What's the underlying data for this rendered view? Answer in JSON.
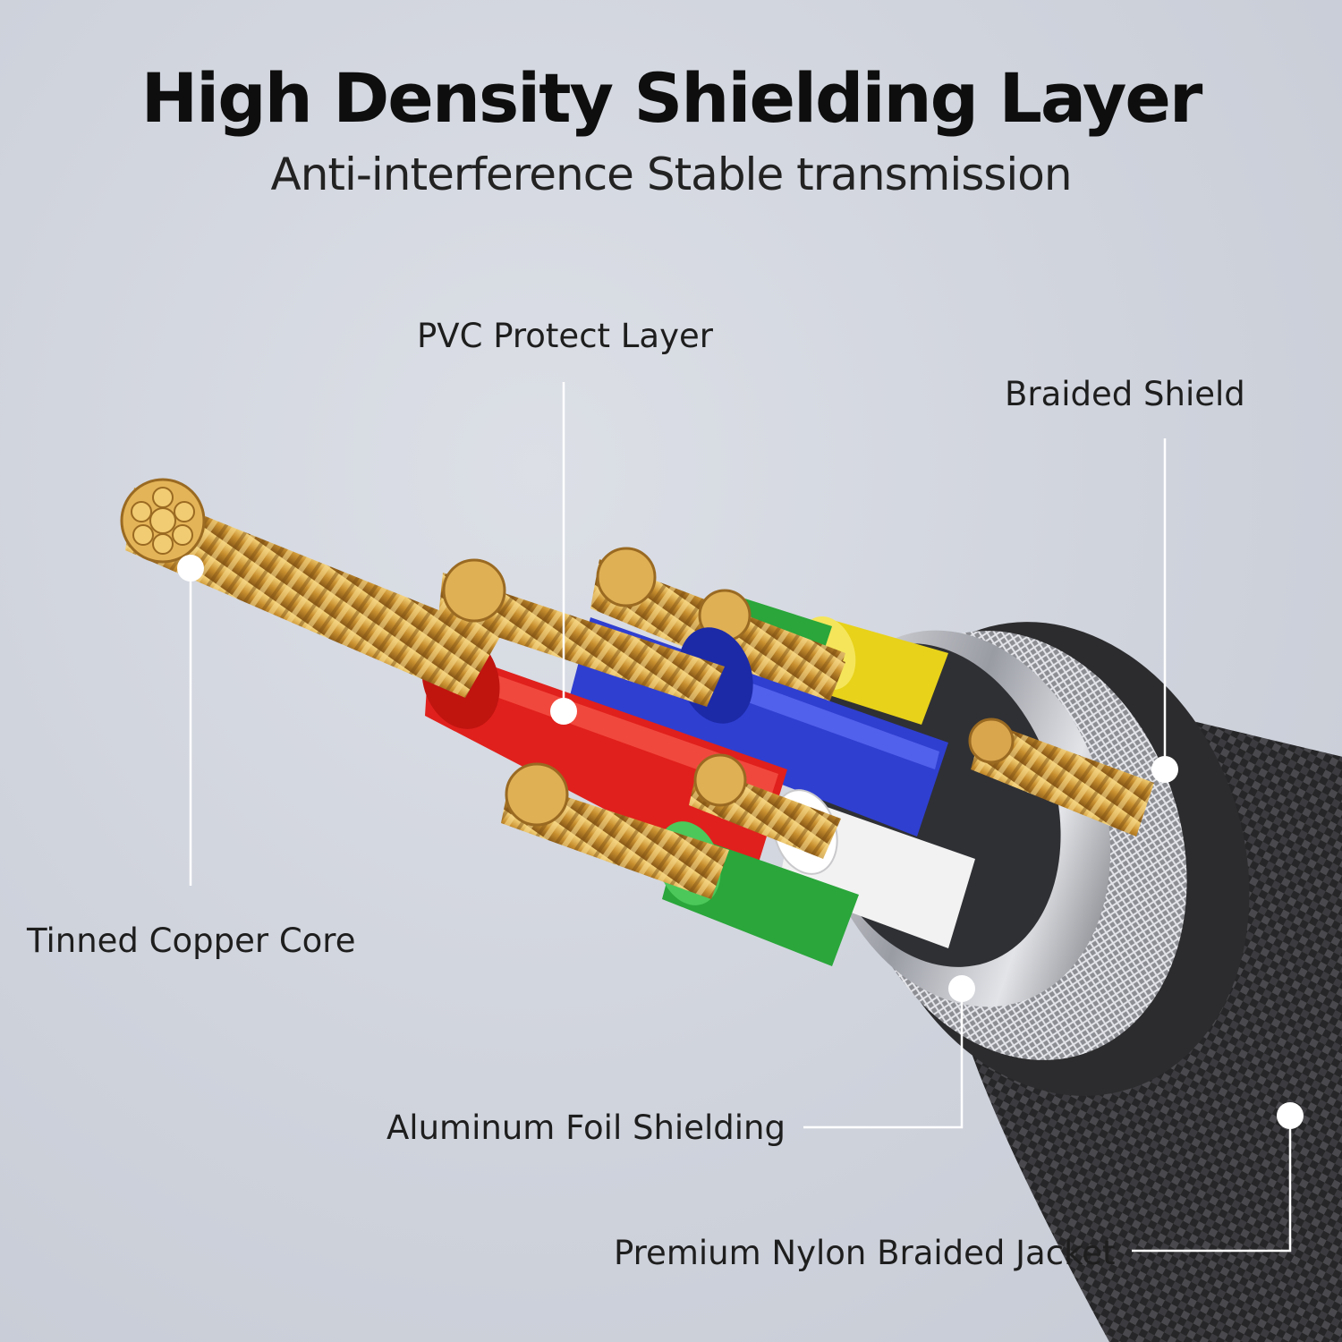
{
  "header": {
    "title": "High Density Shielding Layer",
    "subtitle": "Anti-interference Stable transmission"
  },
  "callouts": {
    "pvc": "PVC Protect Layer",
    "braided_shield": "Braided Shield",
    "core": "Tinned Copper Core",
    "foil": "Aluminum Foil Shielding",
    "jacket": "Premium Nylon Braided Jacket"
  },
  "colors": {
    "copper": "#d4a04a",
    "red_wire": "#e0201c",
    "blue_wire": "#2f3fd0",
    "yellow_wire": "#e8d21a",
    "green_wire": "#2aa63a",
    "white_wire": "#f2f2f2",
    "jacket": "#2a2a2a",
    "callout_line": "#ffffff"
  }
}
